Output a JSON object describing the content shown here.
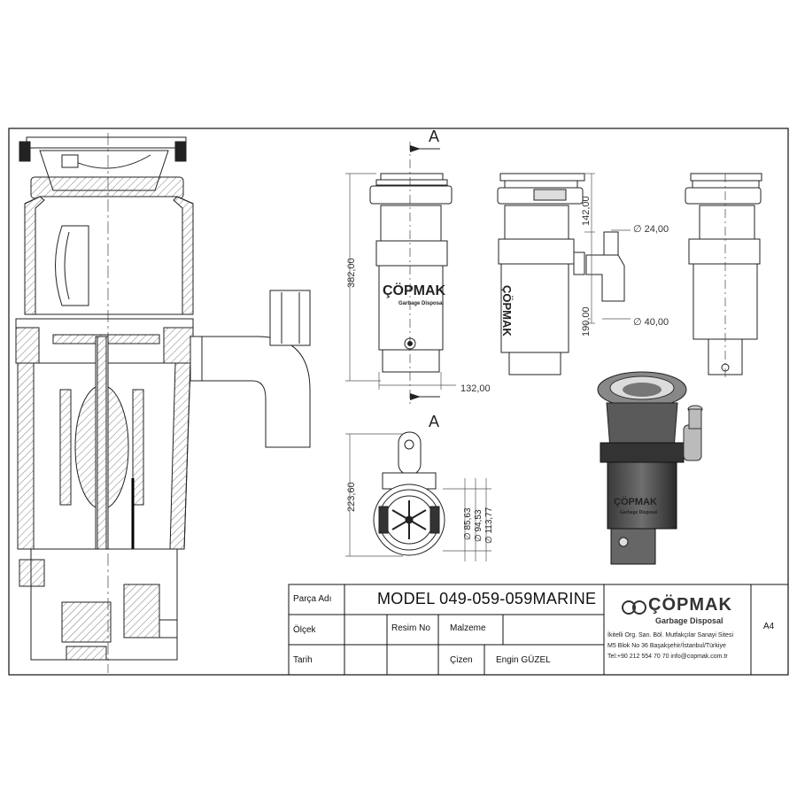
{
  "title_block": {
    "part_name_label": "Parça Adı",
    "model": "MODEL 049-059-059MARINE",
    "scale_label": "Ölçek",
    "drawing_no_label": "Resim No",
    "material_label": "Malzeme",
    "date_label": "Tarih",
    "drawn_by_label": "Çizen",
    "drawn_by": "Engin GÜZEL",
    "sheet_size": "A4",
    "company": {
      "logo_text": "ÇÖPMAK",
      "logo_subtext": "Garbage Disposal",
      "address_1": "İkitelli Org. San. Böl. Mutfakçılar Sanayi Sitesi",
      "address_2": "M5 Blok No 36 Başakşehir/İstanbul/Türkiye",
      "contact": "Tel:+90 212 554 70 70 info@copmak.com.tr"
    }
  },
  "views": {
    "section_mark": "A",
    "product_logo": "ÇÖPMAK",
    "product_logo_sub": "Garbage Disposal"
  },
  "dimensions": {
    "overall_height": "382,00",
    "base_width": "132,00",
    "top_height": "142,00",
    "outlet_height": "190,00",
    "inlet_diameter": "∅ 24,00",
    "outlet_diameter": "∅ 40,00",
    "top_view_depth": "223,60",
    "diameter_1": "∅ 85,63",
    "diameter_2": "∅ 94,53",
    "diameter_3": "∅ 113,77"
  }
}
